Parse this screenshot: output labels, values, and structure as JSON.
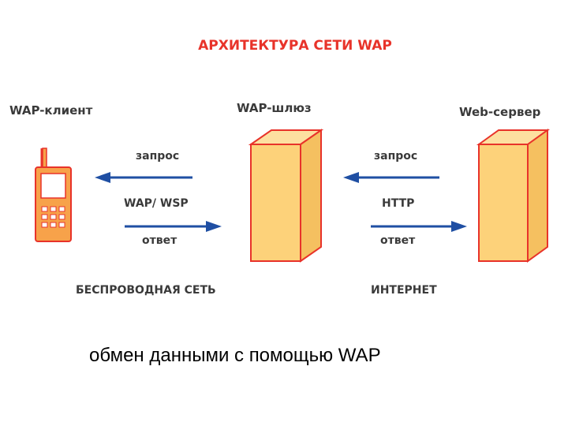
{
  "title": "АРХИТЕКТУРА СЕТИ WAP",
  "nodes": {
    "client": "WAP-клиент",
    "gateway": "WAP-шлюз",
    "server": "Web-сервер"
  },
  "links": {
    "request_left": "запрос",
    "request_right": "запрос",
    "protocol_left": "WAP/ WSP",
    "protocol_right": "HTTP",
    "response_left": "ответ",
    "response_right": "ответ"
  },
  "segments": {
    "wireless": "БЕСПРОВОДНАЯ СЕТЬ",
    "internet": "ИНТЕРНЕТ"
  },
  "caption": "обмен данными с помощью WAP",
  "colors": {
    "title": "#e8332a",
    "box_fill": "#fdd27a",
    "box_stroke": "#e8332a",
    "arrow": "#1f4fa3",
    "phone_fill": "#f7a24a"
  },
  "icons": {
    "client": "mobile-phone-icon",
    "gateway": "gateway-box-icon",
    "server": "server-box-icon"
  }
}
